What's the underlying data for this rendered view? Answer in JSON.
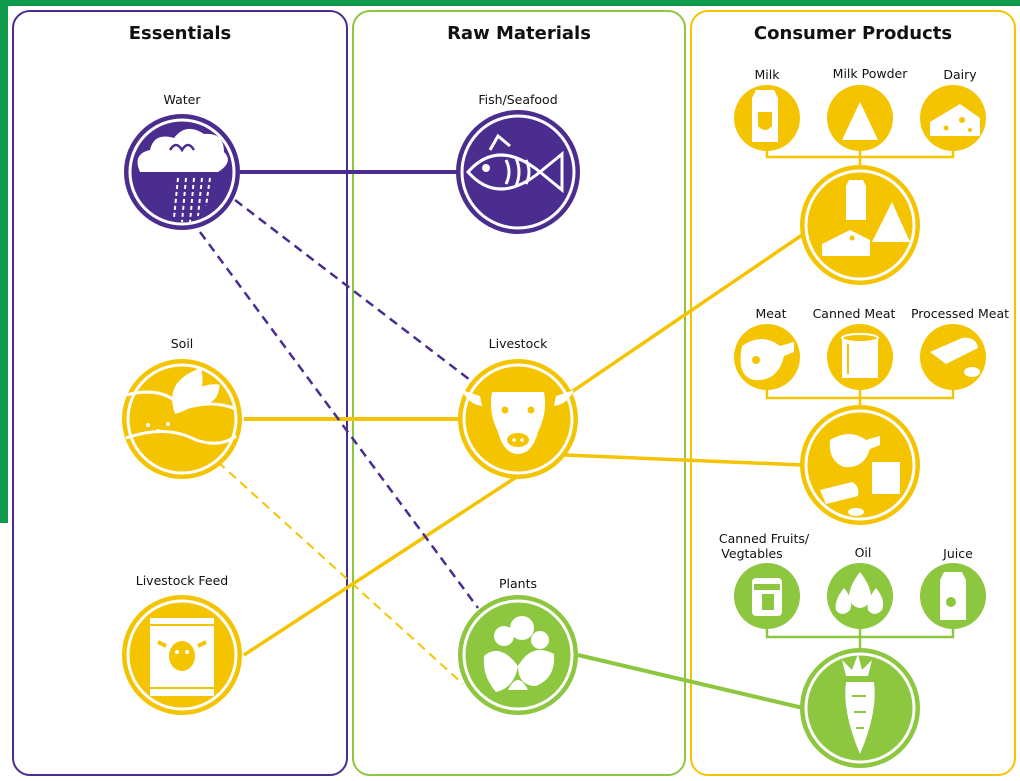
{
  "colors": {
    "purple": "#4b2d8f",
    "yellow": "#f5c400",
    "green": "#8dc63f",
    "frame": "#0e9a4a"
  },
  "columns": {
    "essentials": "Essentials",
    "raw_materials": "Raw Materials",
    "consumer_products": "Consumer Products"
  },
  "essentials": {
    "water": "Water",
    "soil": "Soil",
    "livestock_feed": "Livestock Feed"
  },
  "raw_materials": {
    "fish": "Fish/Seafood",
    "livestock": "Livestock",
    "plants": "Plants"
  },
  "products": {
    "milk": "Milk",
    "milk_powder": "Milk Powder",
    "dairy": "Dairy",
    "meat": "Meat",
    "canned_meat": "Canned Meat",
    "processed_meat": "Processed Meat",
    "canned_fruits_1": "Canned Fruits/",
    "canned_fruits_2": "Vegtables",
    "oil": "Oil",
    "juice": "Juice"
  },
  "icons": {
    "water": "rain-cloud-icon",
    "soil": "soil-sprout-icon",
    "livestock_feed": "feed-bag-icon",
    "fish": "fish-icon",
    "livestock": "cow-head-icon",
    "plants": "vegetables-icon",
    "dairy_group": "dairy-products-icon",
    "meat_group": "meat-products-icon",
    "produce_group": "carrot-icon"
  }
}
